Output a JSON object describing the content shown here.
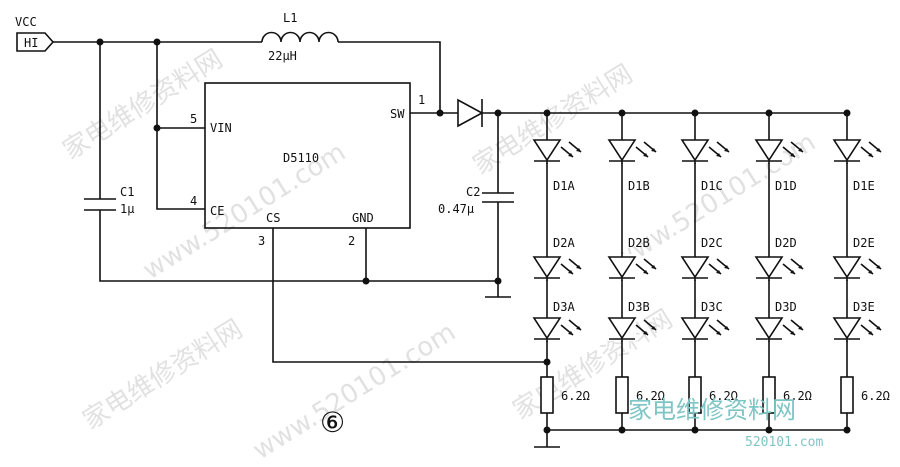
{
  "input": {
    "name": "VCC",
    "level": "HI"
  },
  "inductor": {
    "ref": "L1",
    "value": "22μH"
  },
  "ic": {
    "name": "D5110",
    "pins": [
      {
        "num": "5",
        "name": "VIN"
      },
      {
        "num": "4",
        "name": "CE"
      },
      {
        "num": "3",
        "name": "CS"
      },
      {
        "num": "2",
        "name": "GND"
      },
      {
        "num": "1",
        "name": "SW"
      }
    ]
  },
  "capacitors": [
    {
      "ref": "C1",
      "value": "1μ"
    },
    {
      "ref": "C2",
      "value": "0.47μ"
    }
  ],
  "led_rows": [
    [
      "D1A",
      "D1B",
      "D1C",
      "D1D",
      "D1E"
    ],
    [
      "D2A",
      "D2B",
      "D2C",
      "D2D",
      "D2E"
    ],
    [
      "D3A",
      "D3B",
      "D3C",
      "D3D",
      "D3E"
    ]
  ],
  "resistor_value": "6.2Ω",
  "figure_marker": "⑥",
  "watermarks": {
    "text_cn": "家电维修资料网",
    "url": "www.520101.com",
    "brand_cn": "家电维修资料网",
    "brand_url": "520101.com"
  }
}
